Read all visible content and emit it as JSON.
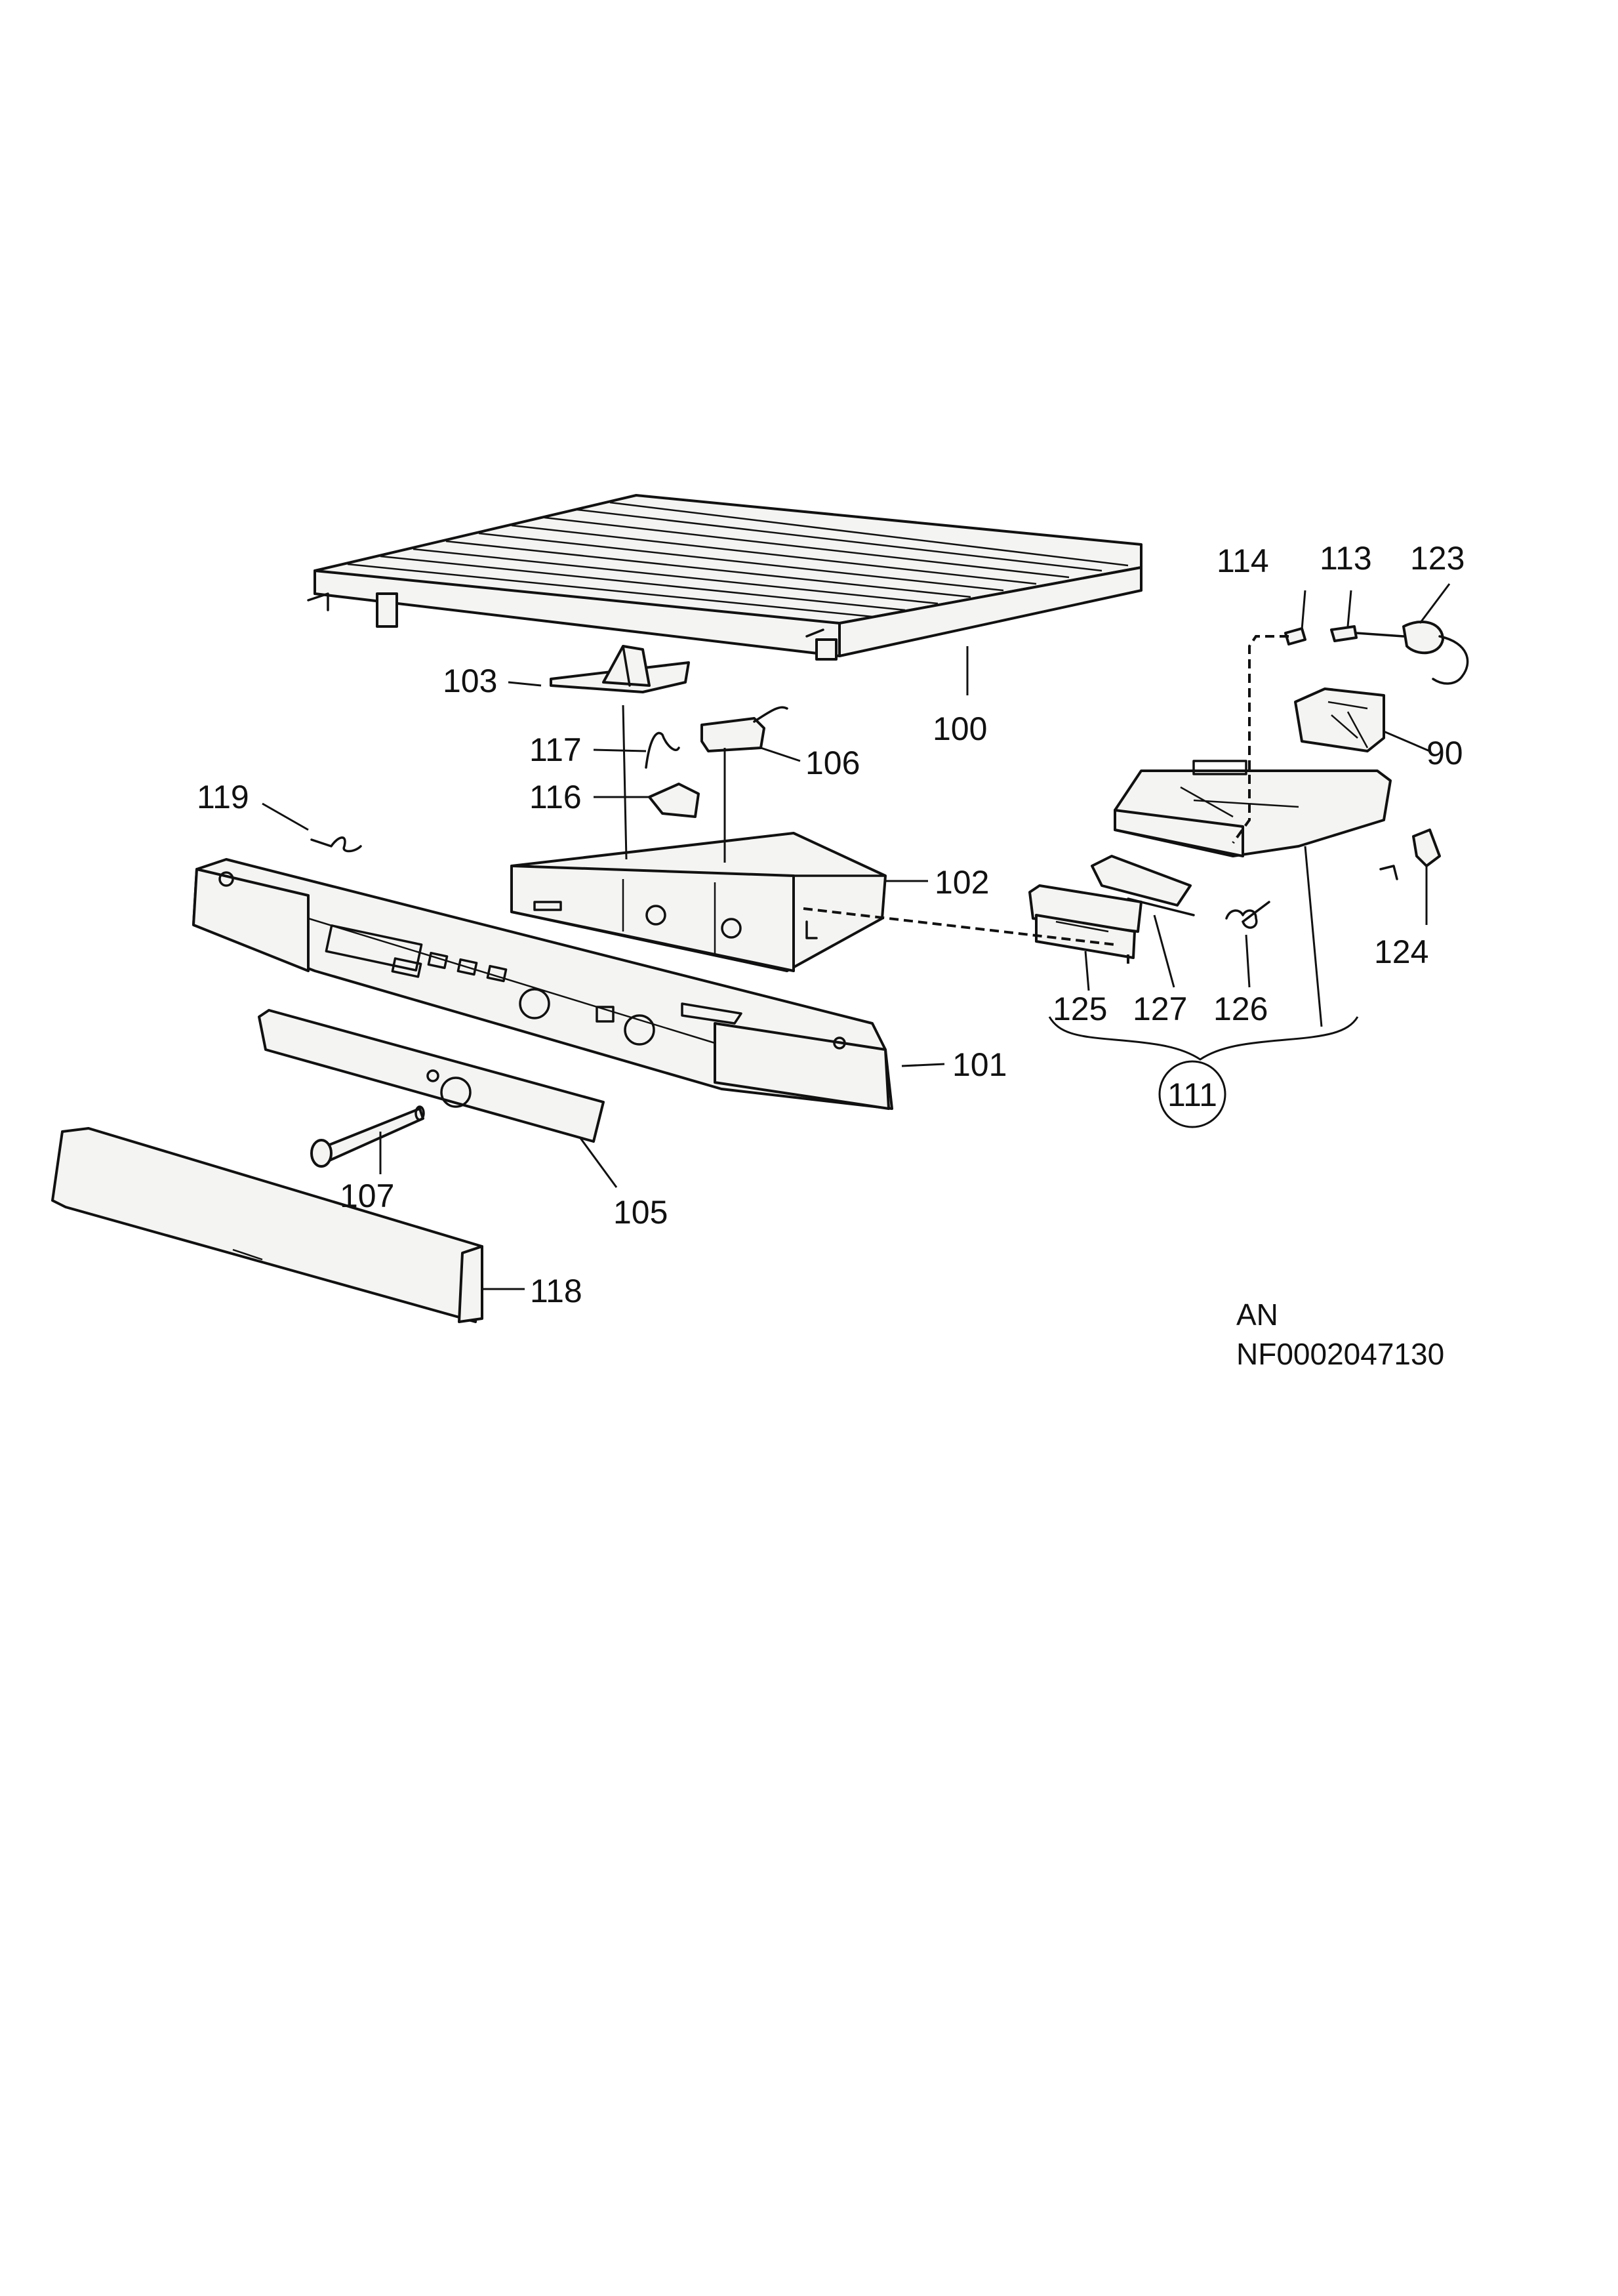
{
  "callouts": {
    "p100": "100",
    "p101": "101",
    "p102": "102",
    "p103": "103",
    "p105": "105",
    "p106": "106",
    "p107": "107",
    "p113": "113",
    "p114": "114",
    "p116": "116",
    "p117": "117",
    "p118": "118",
    "p119": "119",
    "p123": "123",
    "p124": "124",
    "p125": "125",
    "p126": "126",
    "p127": "127",
    "p90": "90",
    "p111": "111"
  },
  "footer": {
    "lang": "AN",
    "doc_code": "NF0002047130"
  }
}
